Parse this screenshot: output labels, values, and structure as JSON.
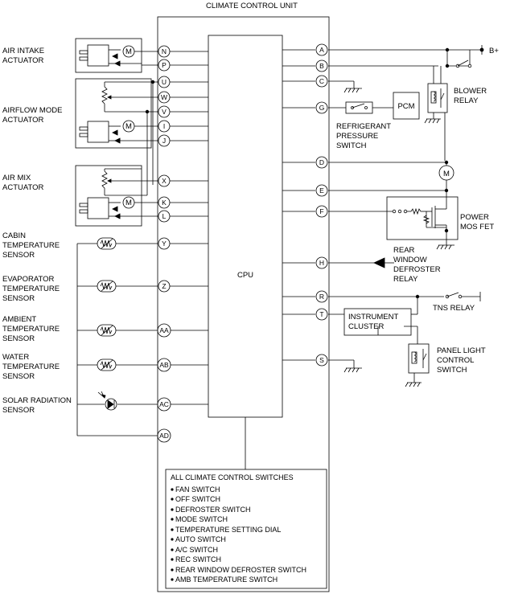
{
  "unit_title": "CLIMATE CONTROL UNIT",
  "cpu_label": "CPU",
  "power_label": "B+",
  "components": {
    "air_intake": [
      "AIR INTAKE",
      "ACTUATOR"
    ],
    "airflow_mode": [
      "AIRFLOW MODE",
      "ACTUATOR"
    ],
    "air_mix": [
      "AIR MIX",
      "ACTUATOR"
    ],
    "cabin_temp": [
      "CABIN",
      "TEMPERATURE",
      "SENSOR"
    ],
    "evaporator_temp": [
      "EVAPORATOR",
      "TEMPERATURE",
      "SENSOR"
    ],
    "ambient_temp": [
      "AMBIENT",
      "TEMPERATURE",
      "SENSOR"
    ],
    "water_temp": [
      "WATER",
      "TEMPERATURE",
      "SENSOR"
    ],
    "solar_radiation": [
      "SOLAR RADIATION",
      "SENSOR"
    ],
    "blower_relay": [
      "BLOWER",
      "RELAY"
    ],
    "pcm": "PCM",
    "refrigerant_switch": [
      "REFRIGERANT",
      "PRESSURE",
      "SWITCH"
    ],
    "power_mos_fet": [
      "POWER",
      "MOS FET"
    ],
    "rear_defroster_relay": [
      "REAR",
      "WINDOW",
      "DEFROSTER",
      "RELAY"
    ],
    "tns_relay": "TNS RELAY",
    "instrument_cluster": [
      "INSTRUMENT",
      "CLUSTER"
    ],
    "panel_light_switch": [
      "PANEL LIGHT",
      "CONTROL",
      "SWITCH"
    ],
    "motor_symbol": "M"
  },
  "pins_left": [
    "N",
    "P",
    "U",
    "W",
    "V",
    "I",
    "J",
    "X",
    "K",
    "L",
    "Y",
    "Z",
    "AA",
    "AB",
    "AC",
    "AD"
  ],
  "pins_right": [
    "A",
    "B",
    "C",
    "G",
    "D",
    "E",
    "F",
    "H",
    "R",
    "T",
    "S"
  ],
  "switches": {
    "title": "ALL CLIMATE CONTROL SWITCHES",
    "items": [
      "FAN SWITCH",
      "OFF SWITCH",
      "DEFROSTER SWITCH",
      "MODE SWITCH",
      "TEMPERATURE SETTING DIAL",
      "AUTO SWITCH",
      "A/C SWITCH",
      "REC SWITCH",
      "REAR WINDOW DEFROSTER SWITCH",
      "AMB TEMPERATURE SWITCH"
    ]
  }
}
